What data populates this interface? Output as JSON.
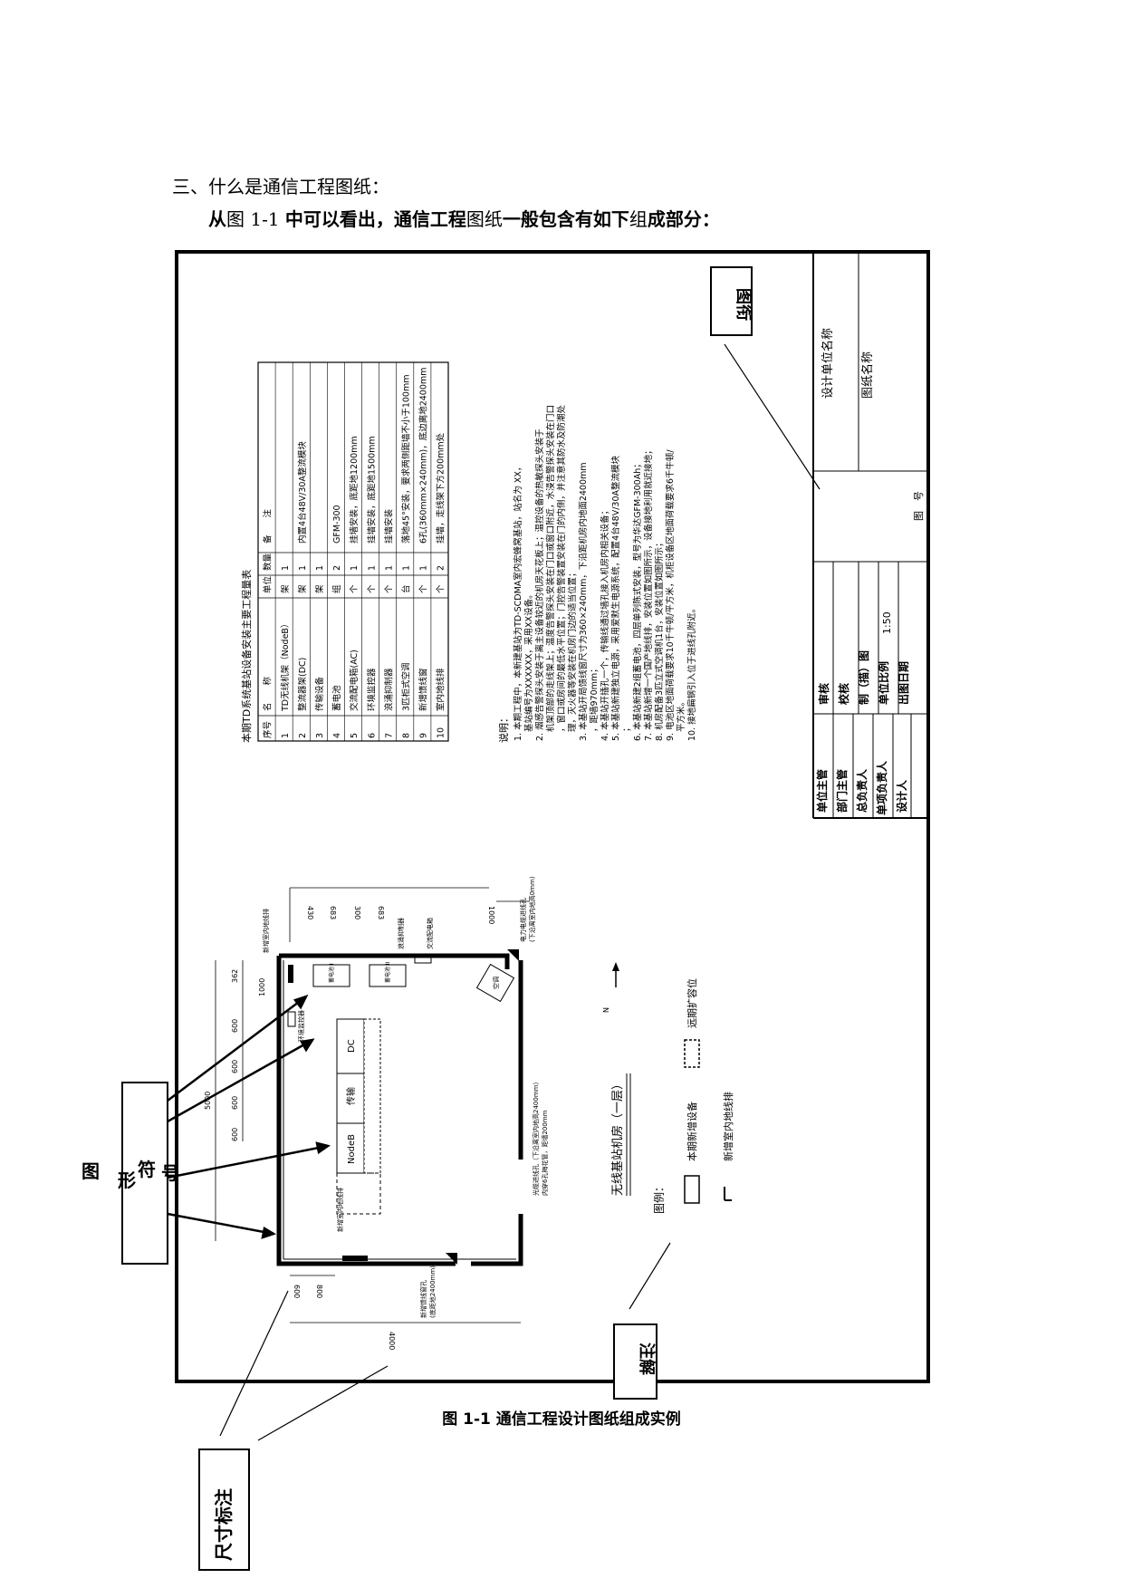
{
  "heading": "三、什么是通信工程图纸：",
  "intro": {
    "part1": "从",
    "part2": "图 1-1 ",
    "part3": "中可以看出，通信工程",
    "part4": "图纸",
    "part5": "一般包含有如下",
    "part6": "组",
    "part7": "成部分："
  },
  "caption": "图 1-1  通信工程设计图纸组成实例",
  "callouts": {
    "title_block": "图衔",
    "notes": "注解",
    "dimension": "尺寸标注",
    "symbol": [
      "图",
      "形",
      "符",
      "号"
    ]
  },
  "title_block": {
    "unit_name": "设计单位名称",
    "drawing_name": "图纸名称",
    "rows": [
      "单位主管",
      "部门主管",
      "总负责人",
      "单项负责人",
      "设计人"
    ],
    "mid_rows": [
      "审核",
      "校核",
      "制（描）图",
      "单位比例",
      "出图日期"
    ],
    "scale": "1:50",
    "drawing_no_label": "图　号"
  },
  "table": {
    "title": "本期TD系统基站设备安装主要工程量表",
    "headers": [
      "序号",
      "名　　称",
      "单位",
      "数量",
      "备　　注"
    ],
    "rows": [
      [
        "1",
        "TD无线机架（NodeB）",
        "架",
        "1",
        ""
      ],
      [
        "2",
        "整流器架(DC)",
        "架",
        "1",
        "内置4台48V/30A整流模块"
      ],
      [
        "3",
        "传输设备",
        "架",
        "1",
        ""
      ],
      [
        "4",
        "蓄电池",
        "组",
        "2",
        "GFM-300"
      ],
      [
        "5",
        "交流配电箱(AC)",
        "个",
        "1",
        "挂墙安装，底距地1200mm"
      ],
      [
        "6",
        "环境监控器",
        "个",
        "1",
        "挂墙安装，底距地1500mm"
      ],
      [
        "7",
        "浪涌抑制器",
        "个",
        "1",
        "挂墙安装"
      ],
      [
        "8",
        "3匹柜式空调",
        "台",
        "1",
        "落地45°安装，要求两侧距墙不小于100mm"
      ],
      [
        "9",
        "新增馈线窗",
        "个",
        "1",
        "6孔(360mm×240mm)，底边离地2400mm"
      ],
      [
        "10",
        "室内地线排",
        "个",
        "2",
        "挂墙，走线架下方200mm处"
      ]
    ]
  },
  "notes": {
    "title": "说明：",
    "items": [
      "1. 本期工程中，本新建基站为TD-SCDMA室内宏蜂窝基站，站名为 XX，基站编号为XXXXXX，采用XX设备。",
      "2. 烟感告警探头安装于离主设备较近的机房天花板上；温控设备的热敏探头安装于机架顶部的走线架上；温度告警探头安装在门口或窗口附近，水浸告警探头安装在门口，窗口或房间的最低水平位置；门控告警装置安装在门的内侧，并注意其防水及防潮处理，灭火器等安装在机房门边的适当位置；",
      "3. 本基站开局馈线窗尺寸为360×240mm，下沿距机房内地面2400mm，距墙970mm；",
      "4. 本基站开插孔一个，传输线通过墙孔接入机房内相关设备；",
      "5. 本基站新建独立电源，采用爱默生电源系统，配置4台48V/30A整流模块；",
      "6. 本基站新建2组蓄电池，四层单列陈式安装，型号为华达GFM-300Ah；",
      "7. 本基站新增一个国产地线排，安装位置如图所示，设备接地利用就近接地；",
      "8. 机房配备3匹立式空调机1台，安装位置如图所示；",
      "9. 电池区地面荷载要求10千牛顿/平方米，机柜设备区地面荷载要求6千牛顿/平方米。",
      "10. 接地扁钢引入位于进线孔附近。"
    ]
  },
  "floorplan": {
    "room_title": "无线基站机房（一层）",
    "legend_title": "图例：",
    "legend_new": "本期新增设备",
    "legend_future": "远期扩容位",
    "legend_ground": "新增室内地线排",
    "equipment": [
      "NodeB",
      "传输",
      "DC"
    ],
    "batteries": [
      "蓄电池 I",
      "蓄电池 II"
    ],
    "ac": "空调",
    "env_monitor": "环境监控器",
    "ac_box": "交流配电箱",
    "surge": "浪涌抑制器",
    "ground_bar_top": "新增室内地线排",
    "ground_bar_bottom": "新增室内地线排",
    "feeder_window": "新增馈线窗孔",
    "feeder_window_note": "(底距地2400mm)",
    "power_hole": "电力电缆进线孔",
    "power_hole_note": "(下沿离室内地高0mm)",
    "optical_hole": "光缆进线孔（下沿离室内地高2400mm）",
    "optical_note": "内穿6孔梅花管，距墙200mm",
    "north": "N",
    "dims_top": [
      "430",
      "683",
      "300",
      "683",
      "1000"
    ],
    "dims_left": [
      "362",
      "1000",
      "600",
      "600",
      "600",
      "600",
      "5000"
    ],
    "dims_bottom": [
      "600",
      "800",
      "4000"
    ]
  }
}
